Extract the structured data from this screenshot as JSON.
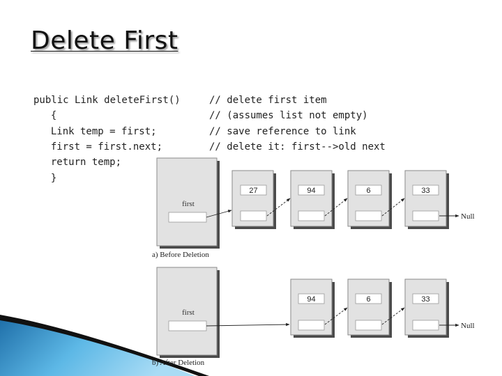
{
  "slide": {
    "title": "Delete First"
  },
  "code": {
    "lines": [
      {
        "code": "public Link deleteFirst()",
        "comment": "// delete first item"
      },
      {
        "code": "  {",
        "comment": "// (assumes list not empty)"
      },
      {
        "code": "  Link temp = first;",
        "comment": "// save reference to link"
      },
      {
        "code": "  first = first.next;",
        "comment": "// delete it: first-->old next"
      },
      {
        "code": "  return temp;",
        "comment": ""
      },
      {
        "code": "  }",
        "comment": ""
      }
    ]
  },
  "diagram": {
    "before": {
      "caption": "a) Before Deletion",
      "first_label": "first",
      "nodes": [
        "27",
        "94",
        "6",
        "33"
      ],
      "null_label": "Null"
    },
    "after": {
      "caption": "b) After Deletion",
      "first_label": "first",
      "nodes": [
        "94",
        "6",
        "33"
      ],
      "null_label": "Null"
    }
  },
  "colors": {
    "box_fill": "#e2e2e2",
    "box_shadow": "#4a4a4a",
    "accent_blue": "#3f9bd3"
  }
}
